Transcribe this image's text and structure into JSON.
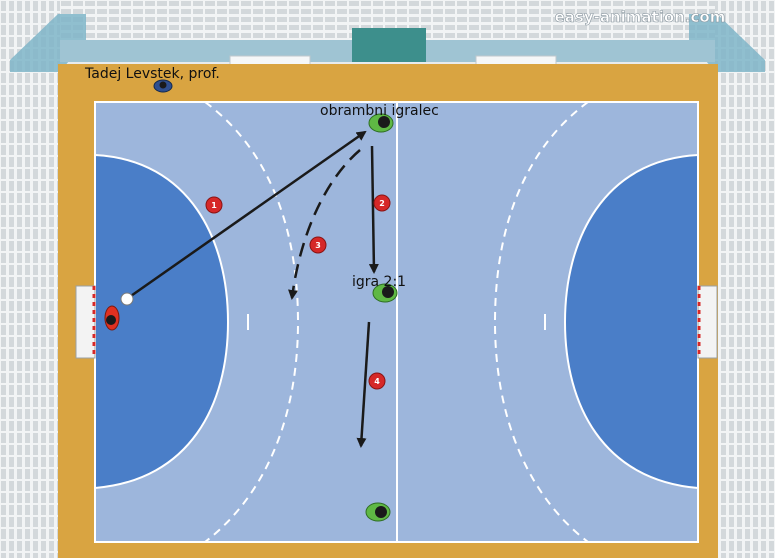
{
  "watermark": "easy-animation.com",
  "author": "Tadej Levstek, prof.",
  "labels": {
    "defender": "obrambni igralec",
    "play": "igra 2:1"
  },
  "markers": [
    "1",
    "2",
    "3",
    "4"
  ],
  "colors": {
    "floor": "#d9a441",
    "court": "#9db6dc",
    "goal_area": "#4a7ec8",
    "line": "#ffffff",
    "marker": "#d62828",
    "player_green": "#5fb844",
    "player_red": "#e03020",
    "arrow": "#1a1a1a",
    "stands_blue": "#7fb5c8"
  },
  "icons": [
    "ball-icon",
    "player-icon",
    "coach-icon",
    "goal-icon"
  ]
}
